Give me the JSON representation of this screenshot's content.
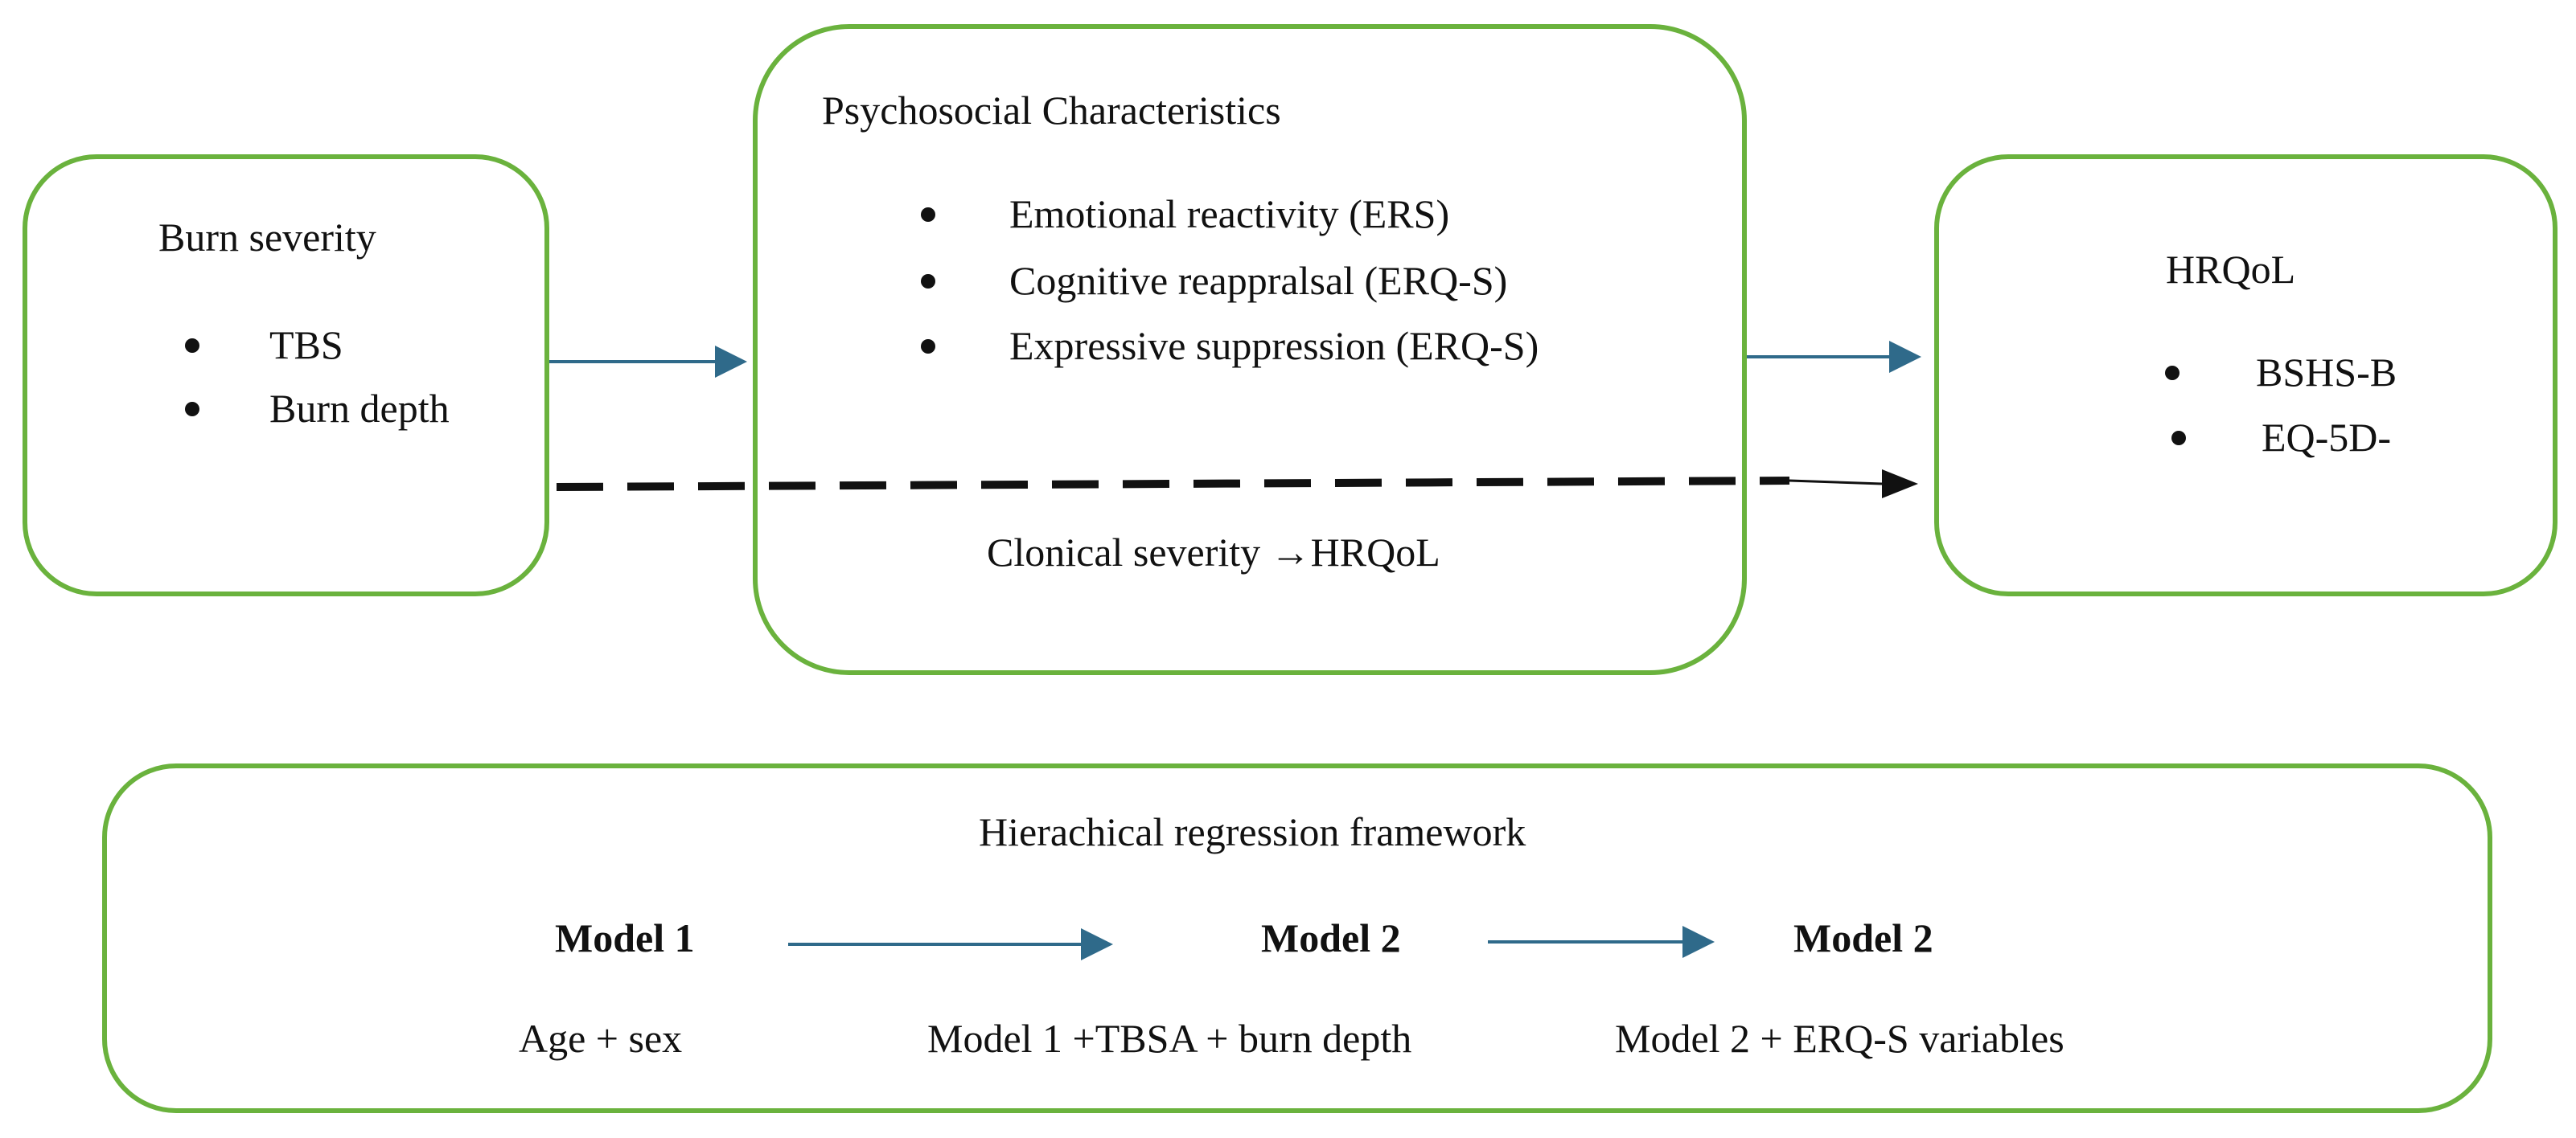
{
  "colors": {
    "box_border": "#6ab23d",
    "arrow_blue": "#2f6a8a",
    "dashed_arrow": "#111111",
    "text": "#111111"
  },
  "burn_box": {
    "title": "Burn severity",
    "items": [
      "TBS",
      "Burn depth"
    ]
  },
  "psych_box": {
    "title": "Psychosocial Characteristics",
    "items": [
      "Emotional reactivity (ERS)",
      "Cognitive reappralsal (ERQ-S)",
      "Expressive suppression (ERQ-S)"
    ],
    "direct_path_label": "Clonical severity →HRQoL"
  },
  "hrqol_box": {
    "title": "HRQoL",
    "items": [
      "BSHS-B",
      "EQ-5D-"
    ]
  },
  "framework": {
    "title": "Hierachical regression framework",
    "models": [
      {
        "name": "Model 1",
        "desc": "Age + sex"
      },
      {
        "name": "Model 2",
        "desc": "Model 1 +TBSA + burn depth"
      },
      {
        "name": "Model 2",
        "desc": "Model 2 + ERQ-S variables"
      }
    ]
  }
}
